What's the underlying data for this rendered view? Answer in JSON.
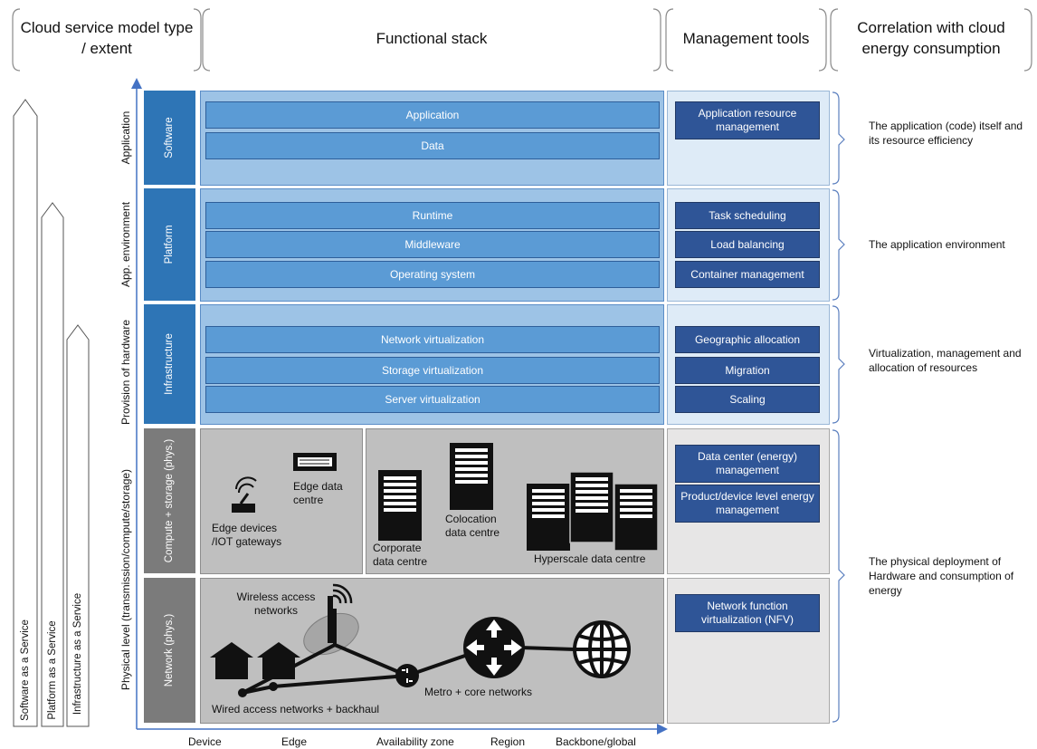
{
  "headers": {
    "service_model": "Cloud service model type / extent",
    "functional_stack": "Functional stack",
    "management_tools": "Management tools",
    "correlation": "Correlation with cloud energy consumption"
  },
  "service_models": [
    {
      "label": "Software as a Service"
    },
    {
      "label": "Platform as a Service"
    },
    {
      "label": "Infrastructure as a Service"
    }
  ],
  "y_axis_levels": {
    "application": "Application",
    "app_environment": "App. environment",
    "provision_hardware": "Provision of hardware",
    "physical_level": "Physical level (transmission/compute/storage)"
  },
  "layer_tabs": {
    "software": "Software",
    "platform": "Platform",
    "infrastructure": "Infrastructure",
    "compute_storage": "Compute + storage (phys.)",
    "network": "Network (phys.)"
  },
  "stack_bars": {
    "software": [
      "Application",
      "Data"
    ],
    "platform": [
      "Runtime",
      "Middleware",
      "Operating system"
    ],
    "infrastructure": [
      "Network virtualization",
      "Storage virtualization",
      "Server virtualization"
    ]
  },
  "management": {
    "software": [
      "Application resource management"
    ],
    "platform": [
      "Task scheduling",
      "Load balancing",
      "Container management"
    ],
    "infrastructure": [
      "Geographic allocation",
      "Migration",
      "Scaling"
    ],
    "compute": [
      "Data center (energy) management",
      "Product/device level energy management"
    ],
    "network": [
      "Network function virtualization (NFV)"
    ]
  },
  "correlation": {
    "software": "The application (code) itself and its resource efficiency",
    "platform": "The application environment",
    "infrastructure": "Virtualization, management and allocation of resources",
    "physical": "The physical deployment of Hardware and consumption of energy"
  },
  "compute_labels": {
    "edge_devices": "Edge devices /IOT gateways",
    "edge_dc": "Edge data centre",
    "corporate_dc": "Corporate data centre",
    "colocation_dc": "Colocation data centre",
    "hyperscale_dc": "Hyperscale data centre"
  },
  "network_labels": {
    "wireless": "Wireless access networks",
    "wired": "Wired access networks + backhaul",
    "metro": "Metro + core networks"
  },
  "x_axis": [
    "Device",
    "Edge",
    "Availability zone",
    "Region",
    "Backbone/global"
  ],
  "colors": {
    "tab_blue": "#2e75b6",
    "tab_grey": "#7b7b7b",
    "panel_blue": "#9dc3e6",
    "bar_blue": "#5b9bd5",
    "mgmt_button": "#2f5597",
    "axis": "#4472c4"
  }
}
